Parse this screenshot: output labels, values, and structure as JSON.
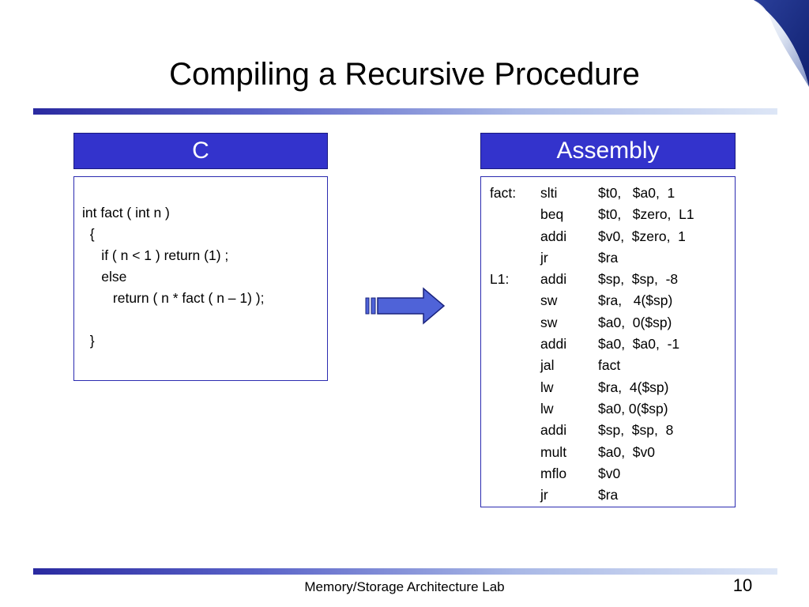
{
  "slide": {
    "title": "Compiling a Recursive Procedure",
    "footer": "Memory/Storage Architecture Lab",
    "page_number": "10"
  },
  "c_panel": {
    "header": "C",
    "lines": [
      "int fact ( int n )",
      "  {",
      "     if ( n < 1 ) return (1) ;",
      "     else",
      "        return ( n * fact ( n – 1) );",
      "",
      "  }"
    ]
  },
  "asm_panel": {
    "header": "Assembly",
    "rows": [
      {
        "label": "fact:",
        "op": "slti",
        "args": "$t0,   $a0,  1"
      },
      {
        "label": "",
        "op": "beq",
        "args": "$t0,   $zero,  L1"
      },
      {
        "label": "",
        "op": "addi",
        "args": "$v0,  $zero,  1"
      },
      {
        "label": "",
        "op": "jr",
        "args": "$ra"
      },
      {
        "label": "L1:",
        "op": "addi",
        "args": "$sp,  $sp,  -8"
      },
      {
        "label": "",
        "op": "sw",
        "args": "$ra,   4($sp)"
      },
      {
        "label": "",
        "op": "sw",
        "args": "$a0,  0($sp)"
      },
      {
        "label": "",
        "op": "addi",
        "args": "$a0,  $a0,  -1"
      },
      {
        "label": "",
        "op": "jal",
        "args": "fact"
      },
      {
        "label": "",
        "op": "lw",
        "args": "$ra,  4($sp)"
      },
      {
        "label": "",
        "op": "lw",
        "args": "$a0, 0($sp)"
      },
      {
        "label": "",
        "op": "addi",
        "args": "$sp,  $sp,  8"
      },
      {
        "label": "",
        "op": "mult",
        "args": "$a0,  $v0"
      },
      {
        "label": "",
        "op": "mflo",
        "args": "$v0"
      },
      {
        "label": "",
        "op": "jr",
        "args": "$ra"
      }
    ]
  },
  "colors": {
    "header_bg": "#3333cc",
    "arrow_fill": "#4f63d8",
    "box_border": "#2b2bb0"
  },
  "icons": {
    "arrow": "right-arrow-icon",
    "corner": "page-curl-icon"
  }
}
